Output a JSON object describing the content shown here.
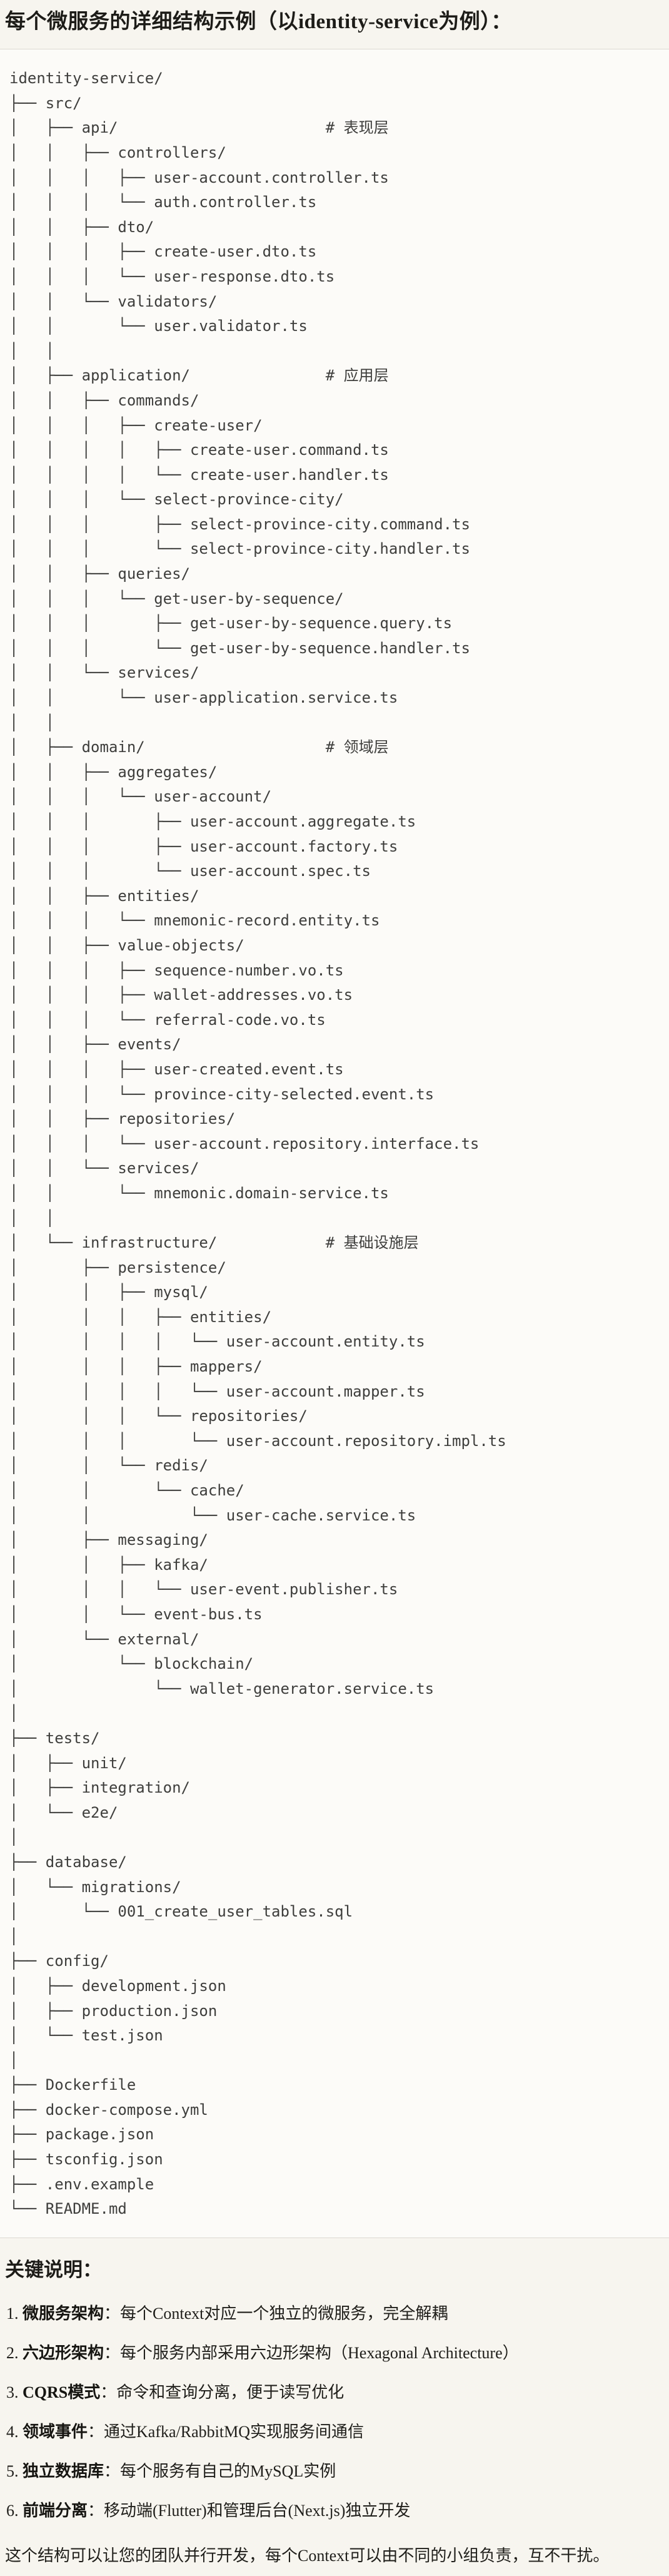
{
  "page": {
    "title": "每个微服务的详细结构示例（以identity-service为例）："
  },
  "tree": {
    "text": "identity-service/\n├── src/\n│   ├── api/                       # 表现层\n│   │   ├── controllers/\n│   │   │   ├── user-account.controller.ts\n│   │   │   └── auth.controller.ts\n│   │   ├── dto/\n│   │   │   ├── create-user.dto.ts\n│   │   │   └── user-response.dto.ts\n│   │   └── validators/\n│   │       └── user.validator.ts\n│   │\n│   ├── application/               # 应用层\n│   │   ├── commands/\n│   │   │   ├── create-user/\n│   │   │   │   ├── create-user.command.ts\n│   │   │   │   └── create-user.handler.ts\n│   │   │   └── select-province-city/\n│   │   │       ├── select-province-city.command.ts\n│   │   │       └── select-province-city.handler.ts\n│   │   ├── queries/\n│   │   │   └── get-user-by-sequence/\n│   │   │       ├── get-user-by-sequence.query.ts\n│   │   │       └── get-user-by-sequence.handler.ts\n│   │   └── services/\n│   │       └── user-application.service.ts\n│   │\n│   ├── domain/                    # 领域层\n│   │   ├── aggregates/\n│   │   │   └── user-account/\n│   │   │       ├── user-account.aggregate.ts\n│   │   │       ├── user-account.factory.ts\n│   │   │       └── user-account.spec.ts\n│   │   ├── entities/\n│   │   │   └── mnemonic-record.entity.ts\n│   │   ├── value-objects/\n│   │   │   ├── sequence-number.vo.ts\n│   │   │   ├── wallet-addresses.vo.ts\n│   │   │   └── referral-code.vo.ts\n│   │   ├── events/\n│   │   │   ├── user-created.event.ts\n│   │   │   └── province-city-selected.event.ts\n│   │   ├── repositories/\n│   │   │   └── user-account.repository.interface.ts\n│   │   └── services/\n│   │       └── mnemonic.domain-service.ts\n│   │\n│   └── infrastructure/            # 基础设施层\n│       ├── persistence/\n│       │   ├── mysql/\n│       │   │   ├── entities/\n│       │   │   │   └── user-account.entity.ts\n│       │   │   ├── mappers/\n│       │   │   │   └── user-account.mapper.ts\n│       │   │   └── repositories/\n│       │   │       └── user-account.repository.impl.ts\n│       │   └── redis/\n│       │       └── cache/\n│       │           └── user-cache.service.ts\n│       ├── messaging/\n│       │   ├── kafka/\n│       │   │   └── user-event.publisher.ts\n│       │   └── event-bus.ts\n│       └── external/\n│           └── blockchain/\n│               └── wallet-generator.service.ts\n│\n├── tests/\n│   ├── unit/\n│   ├── integration/\n│   └── e2e/\n│\n├── database/\n│   └── migrations/\n│       └── 001_create_user_tables.sql\n│\n├── config/\n│   ├── development.json\n│   ├── production.json\n│   └── test.json\n│\n├── Dockerfile\n├── docker-compose.yml\n├── package.json\n├── tsconfig.json\n├── .env.example\n└── README.md"
  },
  "notes": {
    "heading": "关键说明：",
    "items": [
      {
        "num": "1. ",
        "term": "微服务架构",
        "rest": "：每个Context对应一个独立的微服务，完全解耦"
      },
      {
        "num": "2. ",
        "term": "六边形架构",
        "rest": "：每个服务内部采用六边形架构（Hexagonal Architecture）"
      },
      {
        "num": "3. ",
        "term": "CQRS模式",
        "rest": "：命令和查询分离，便于读写优化"
      },
      {
        "num": "4. ",
        "term": "领域事件",
        "rest": "：通过Kafka/RabbitMQ实现服务间通信"
      },
      {
        "num": "5. ",
        "term": "独立数据库",
        "rest": "：每个服务有自己的MySQL实例"
      },
      {
        "num": "6. ",
        "term": "前端分离",
        "rest": "：移动端(Flutter)和管理后台(Next.js)独立开发"
      }
    ],
    "closing": "这个结构可以让您的团队并行开发，每个Context可以由不同的小组负责，互不干扰。"
  },
  "colors": {
    "page_bg": "#f7f5ef",
    "code_bg": "#fcfbf8",
    "code_border": "#dcd9d2",
    "tree_text": "#3e3e3c",
    "heading_text": "#1d1c18"
  }
}
